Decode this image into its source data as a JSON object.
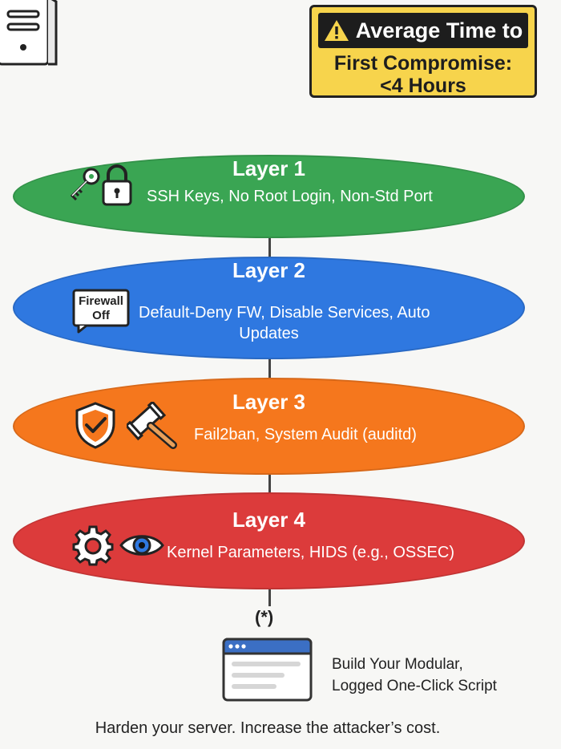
{
  "callout": {
    "heading": "Average Time to",
    "line1": "First Compromise:",
    "line2": "<4 Hours"
  },
  "layers": [
    {
      "title": "Layer 1",
      "description": "SSH Keys, No Root Login, Non-Std Port",
      "color": "#3aa553",
      "icons": [
        "key-icon",
        "lock-icon"
      ]
    },
    {
      "title": "Layer 2",
      "description_line1": "Default-Deny FW, Disable Services, Auto",
      "description_line2": "Updates",
      "color": "#2f78e0",
      "icons": [
        "firewall-off-icon"
      ],
      "icon_text_line1": "Firewall",
      "icon_text_line2": "Off"
    },
    {
      "title": "Layer 3",
      "description": "Fail2ban, System Audit (auditd)",
      "color": "#f5771d",
      "icons": [
        "shield-check-icon",
        "gavel-icon"
      ]
    },
    {
      "title": "Layer 4",
      "description": "Kernel Parameters, HIDS (e.g., OSSEC)",
      "color": "#dc3b3b",
      "icons": [
        "gear-icon",
        "eye-icon"
      ]
    }
  ],
  "note_marker": "(*)",
  "script": {
    "label_line1": "Build Your Modular,",
    "label_line2": "Logged One-Click Script"
  },
  "tagline": "Harden your server. Increase the attacker’s cost."
}
